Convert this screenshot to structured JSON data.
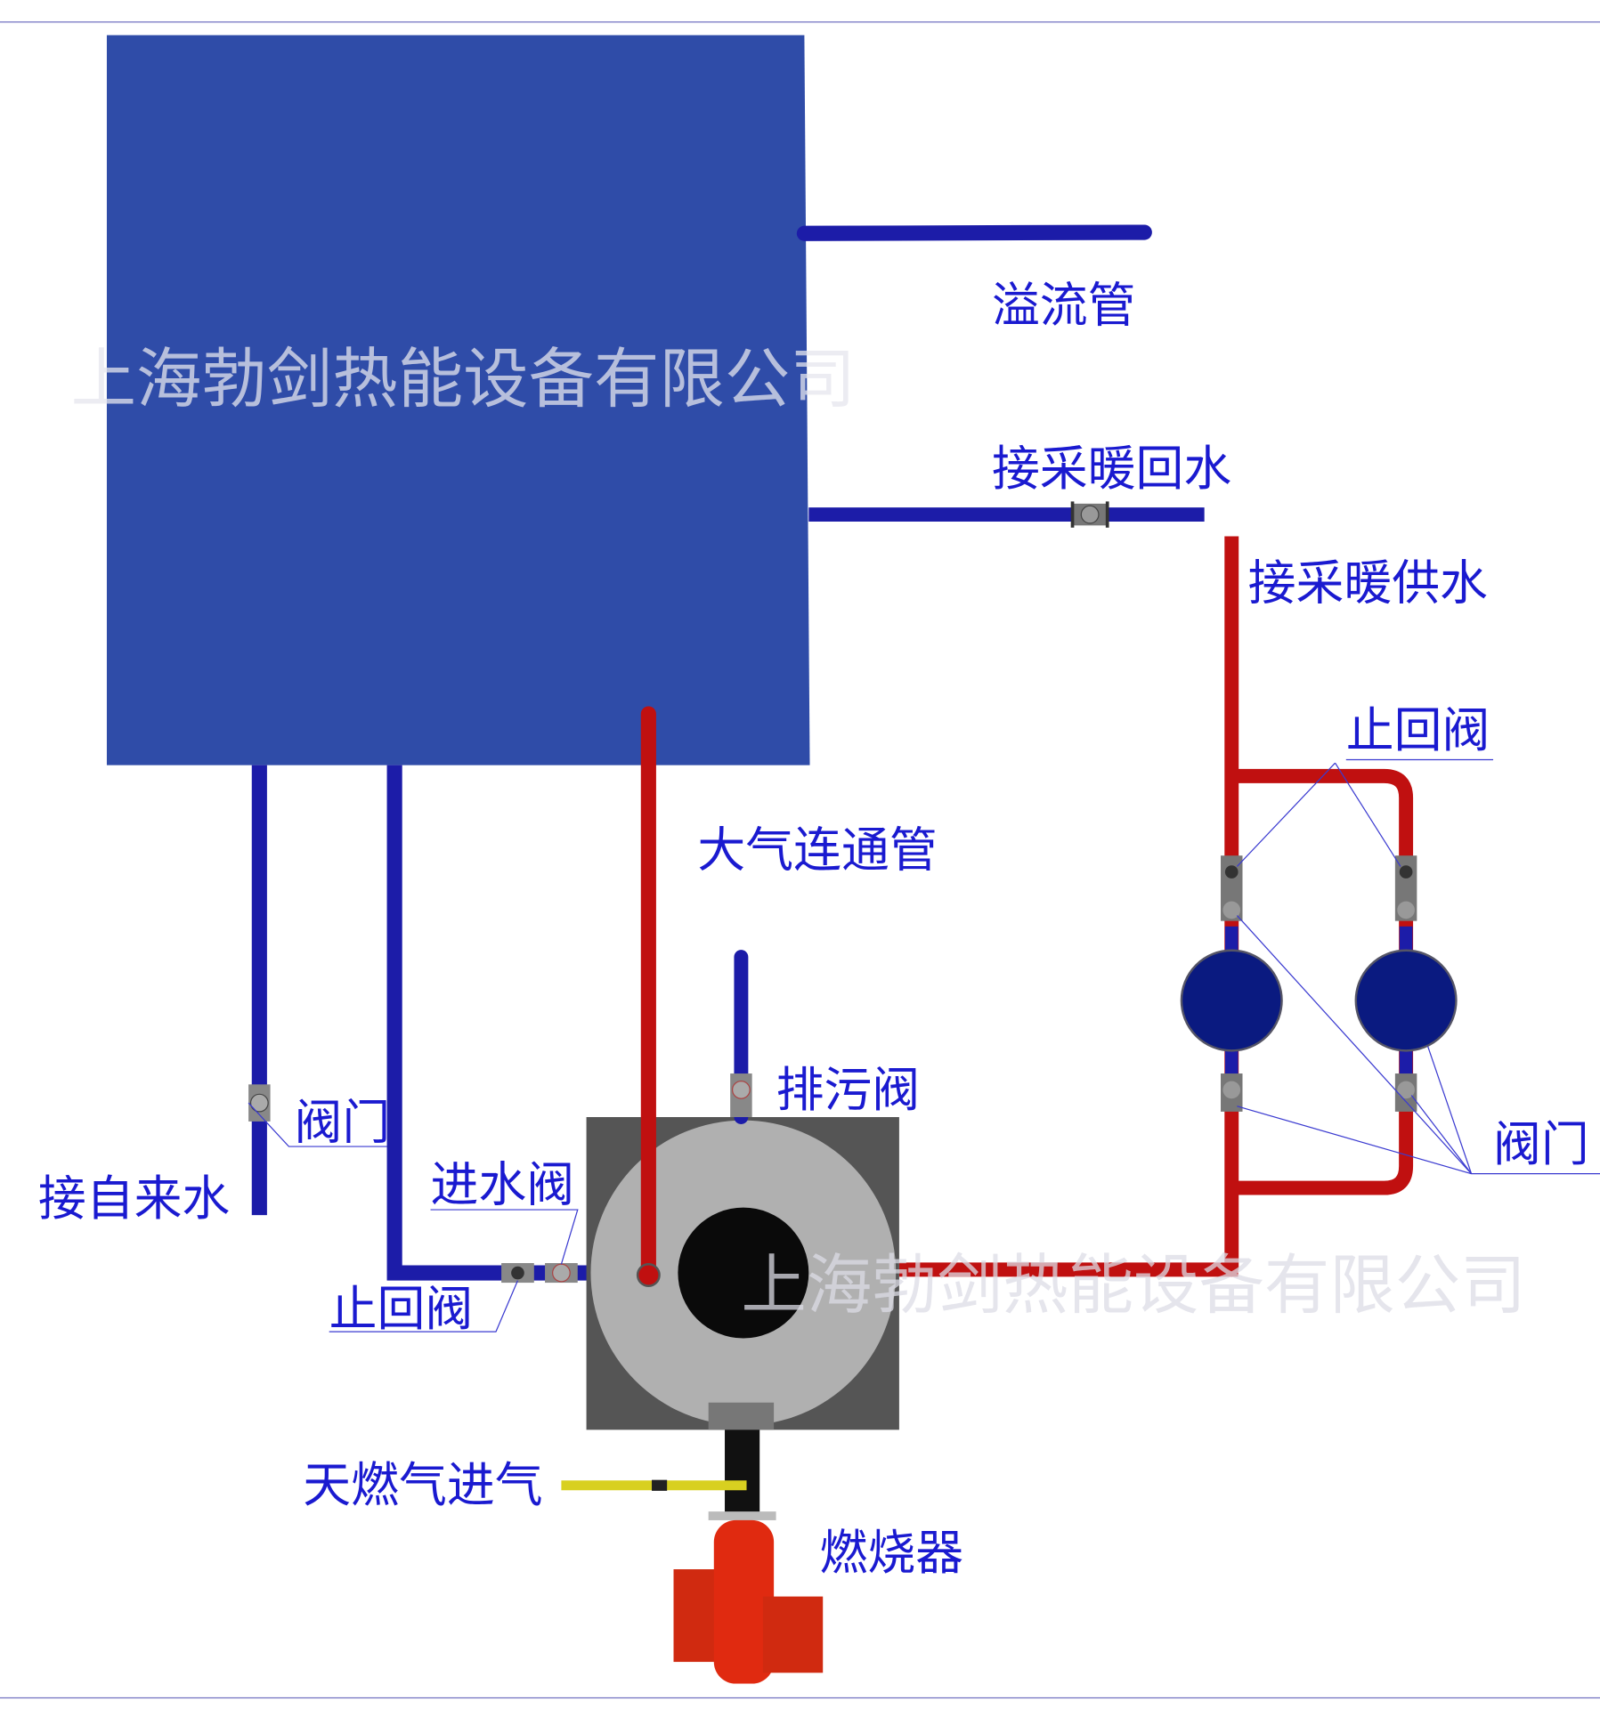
{
  "watermark": "上海勃剑热能设备有限公司",
  "labels": {
    "overflow_pipe": "溢流管",
    "heating_return": "接采暖回水",
    "heating_supply": "接采暖供水",
    "check_valve_right": "止回阀",
    "valves_right": "阀门",
    "atmosphere_pipe": "大气连通管",
    "drain_valve": "排污阀",
    "valve_left": "阀门",
    "tap_water": "接自来水",
    "inlet_valve": "进水阀",
    "check_valve_left": "止回阀",
    "gas_inlet": "天燃气进气",
    "burner": "燃烧器"
  },
  "colors": {
    "tank": "#2f4ca8",
    "cold_pipe": "#1c1ca8",
    "hot_pipe": "#c01010",
    "gas_pipe": "#d8d020",
    "pump": "#0a1a80",
    "label": "#1a1ad0"
  }
}
